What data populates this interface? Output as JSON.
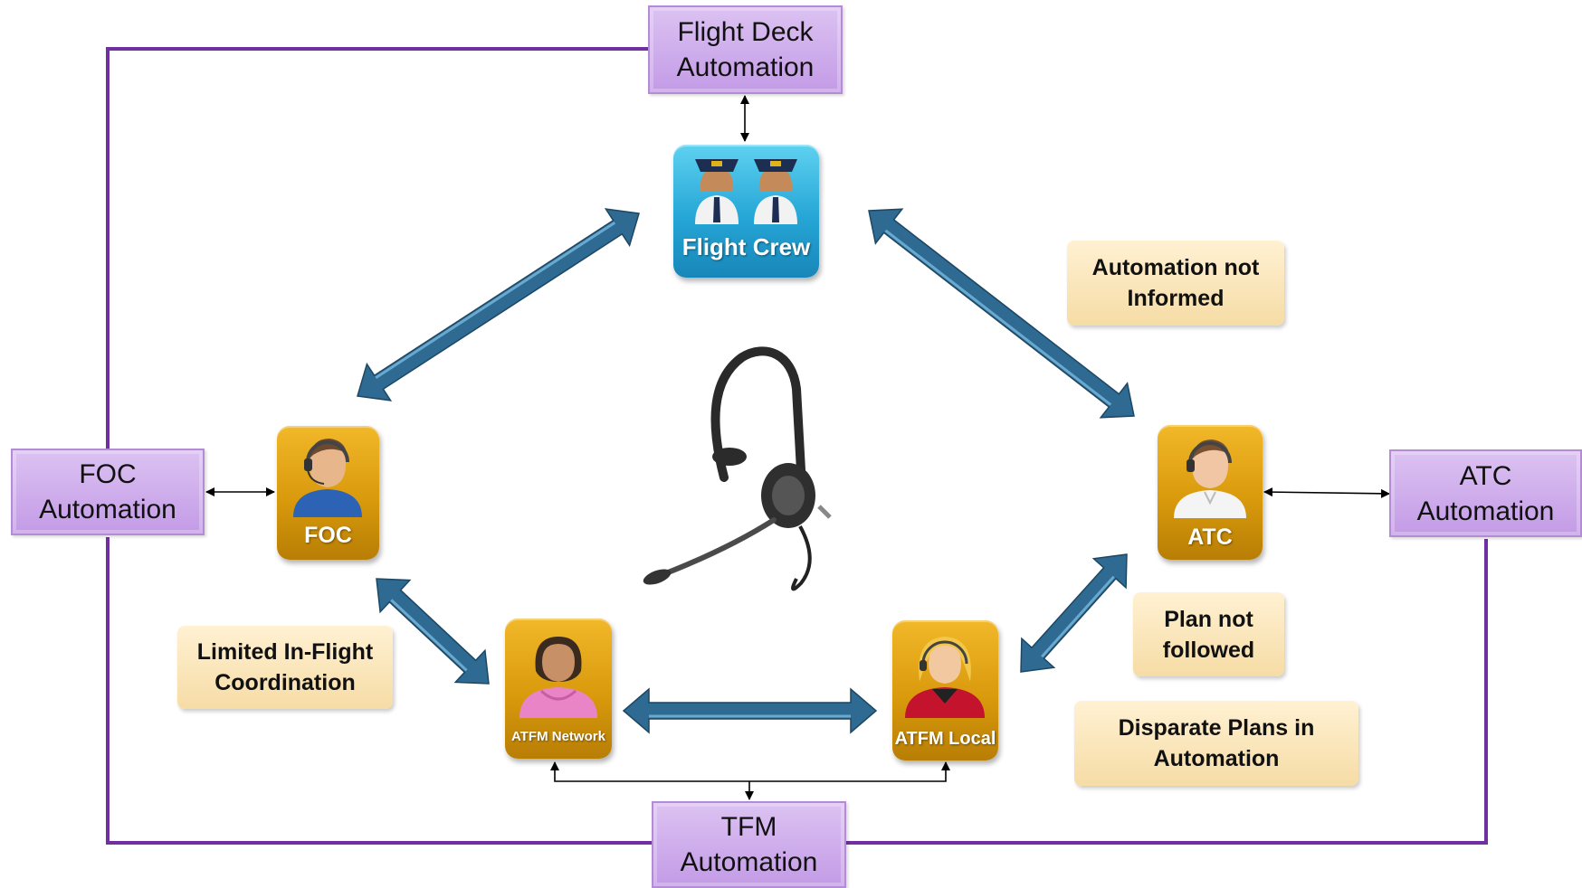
{
  "automation": {
    "flight_deck": "Flight Deck\nAutomation",
    "foc": "FOC\nAutomation",
    "atc": "ATC\nAutomation",
    "tfm": "TFM\nAutomation"
  },
  "actors": {
    "flight_crew": "Flight Crew",
    "foc": "FOC",
    "atc": "ATC",
    "atfm_network": "ATFM Network",
    "atfm_local": "ATFM Local"
  },
  "issues": {
    "automation_not_informed": "Automation not\nInformed",
    "limited_coordination": "Limited In-Flight\nCoordination",
    "plan_not_followed": "Plan not\nfollowed",
    "disparate_plans": "Disparate Plans in\nAutomation"
  },
  "colors": {
    "purple_border": "#7030a0",
    "thick_arrow": "#2e6a92",
    "actor_gold": "#d99a0c",
    "crew_blue": "#25a6d6",
    "issue_bg": "#f6dca6"
  },
  "icons": [
    "pilot-icon",
    "operator-icon",
    "headset-icon"
  ]
}
